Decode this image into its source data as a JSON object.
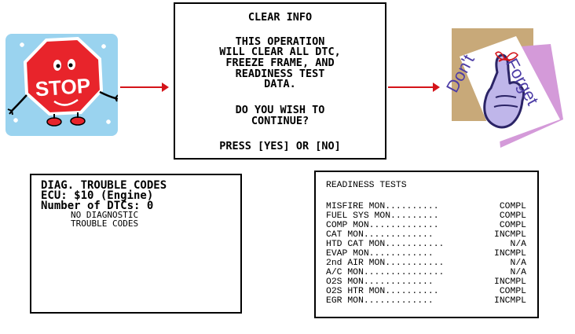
{
  "stop_art": {
    "icon": "stop-sign-cartoon-icon",
    "word": "STOP",
    "background_color": "#9ad3ef",
    "sign_color": "#e8242b"
  },
  "arrows": {
    "color": "#d4141a"
  },
  "clear_screen": {
    "lines": [
      "CLEAR INFO",
      "THIS OPERATION",
      "WILL CLEAR ALL DTC,",
      "FREEZE FRAME, AND",
      "READINESS TEST",
      "DATA.",
      "DO YOU WISH TO",
      "CONTINUE?",
      "PRESS [YES] OR [NO]"
    ]
  },
  "forget_art": {
    "icon": "finger-with-string-icon",
    "word_left": "Don't",
    "word_right": "Forget",
    "text_color": "#4d3da6"
  },
  "dtc_screen": {
    "title": "DIAG. TROUBLE CODES",
    "ecu": "ECU: $10 (Engine)",
    "count": "Number of DTCs: 0",
    "message_line1": "NO DIAGNOSTIC",
    "message_line2": "TROUBLE CODES"
  },
  "readiness_screen": {
    "title": "READINESS TESTS",
    "rows": [
      {
        "text": "MISFIRE MON..........",
        "status": "COMPL"
      },
      {
        "text": "FUEL SYS MON.........",
        "status": "COMPL"
      },
      {
        "text": "COMP MON.............",
        "status": "COMPL"
      },
      {
        "text": "CAT MON.............",
        "status": "INCMPL"
      },
      {
        "text": "HTD CAT MON...........",
        "status": "N/A"
      },
      {
        "text": "EVAP MON............",
        "status": "INCMPL"
      },
      {
        "text": "2nd AIR MON...........",
        "status": "N/A"
      },
      {
        "text": "A/C MON...............",
        "status": "N/A"
      },
      {
        "text": "O2S MON.............",
        "status": "INCMPL"
      },
      {
        "text": "O2S HTR MON..........",
        "status": "COMPL"
      },
      {
        "text": "EGR MON.............",
        "status": "INCMPL"
      }
    ]
  }
}
